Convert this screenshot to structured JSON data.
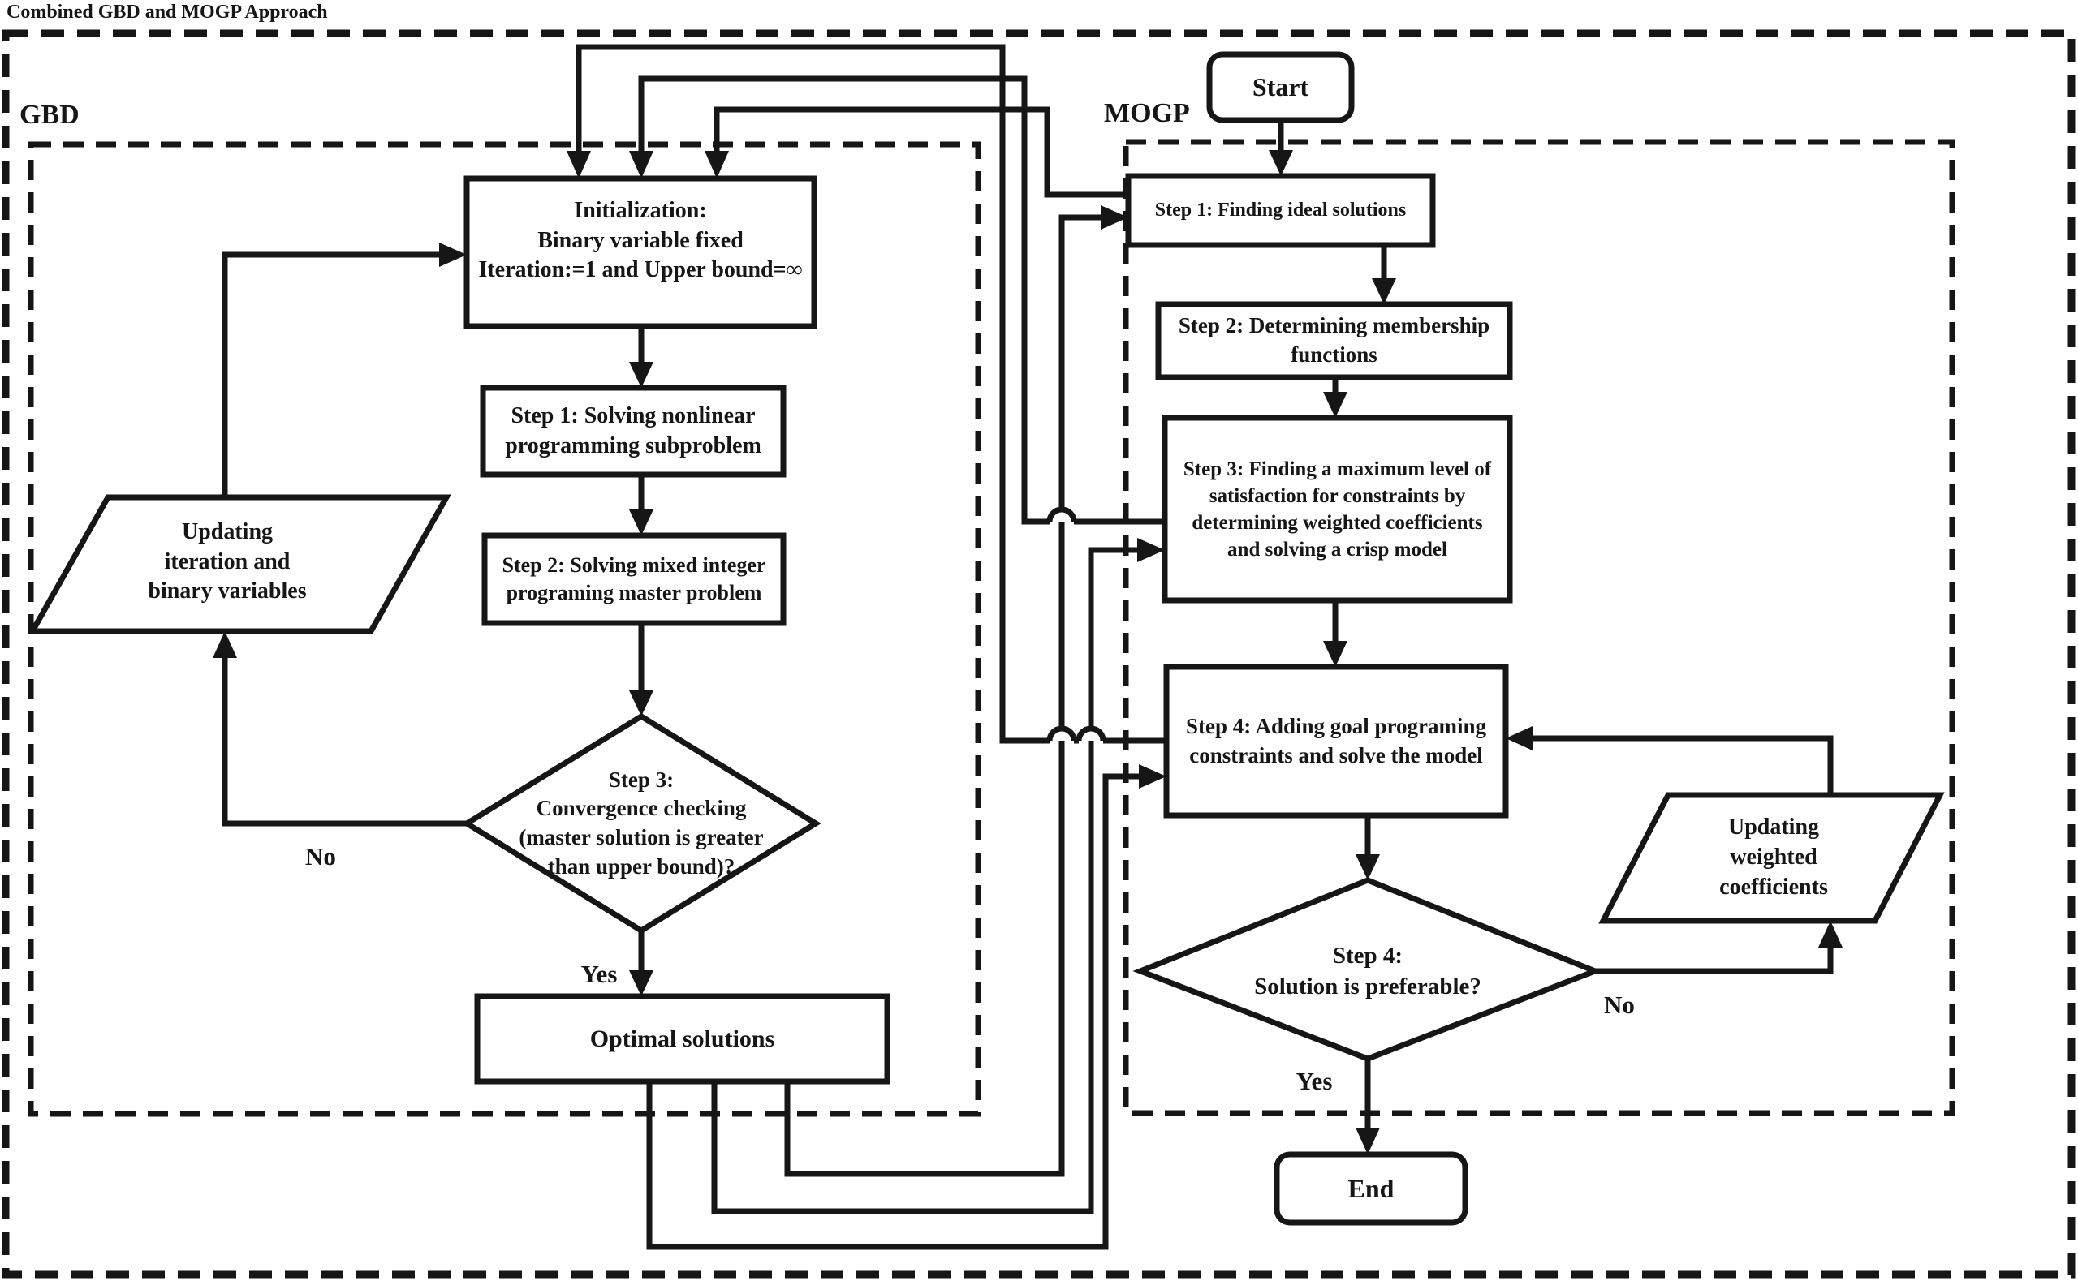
{
  "title": "Combined GBD and MOGP Approach",
  "colors": {
    "ink": "#161616",
    "background": "#ffffff",
    "node_fill": "#ffffff"
  },
  "regions": {
    "gbd": {
      "label": "GBD"
    },
    "mogp": {
      "label": "MOGP"
    }
  },
  "nodes": {
    "start": {
      "shape": "rounded",
      "text": "Start"
    },
    "init": {
      "shape": "rect",
      "text": "Initialization:\nBinary variable fixed\nIteration:=1 and Upper bound=∞"
    },
    "gbd_step1": {
      "shape": "rect",
      "text": "Step 1: Solving nonlinear\nprogramming subproblem"
    },
    "gbd_step2": {
      "shape": "rect",
      "text": "Step 2: Solving mixed integer\nprograming master problem"
    },
    "gbd_step3": {
      "shape": "diamond",
      "text": "Step 3:\nConvergence checking\n(master solution is greater\nthan upper bound)?"
    },
    "gbd_updating": {
      "shape": "parallelogram",
      "text": "Updating\niteration and\nbinary variables"
    },
    "optimal": {
      "shape": "rect",
      "text": "Optimal solutions"
    },
    "mogp_step1": {
      "shape": "rect",
      "text": "Step 1: Finding ideal solutions"
    },
    "mogp_step2": {
      "shape": "rect",
      "text": "Step 2: Determining membership\nfunctions"
    },
    "mogp_step3": {
      "shape": "rect",
      "text": "Step 3: Finding a maximum level of\nsatisfaction for constraints by\ndetermining weighted coefficients\nand solving a crisp model"
    },
    "mogp_step4": {
      "shape": "rect",
      "text": "Step 4: Adding goal programing\nconstraints and solve the model"
    },
    "mogp_step4_check": {
      "shape": "diamond",
      "text": "Step 4:\nSolution is preferable?"
    },
    "mogp_updating": {
      "shape": "parallelogram",
      "text": "Updating\nweighted\ncoefficients"
    },
    "end": {
      "shape": "rounded",
      "text": "End"
    }
  },
  "labels": {
    "gbd_no": "No",
    "gbd_yes": "Yes",
    "mogp_no": "No",
    "mogp_yes": "Yes"
  }
}
